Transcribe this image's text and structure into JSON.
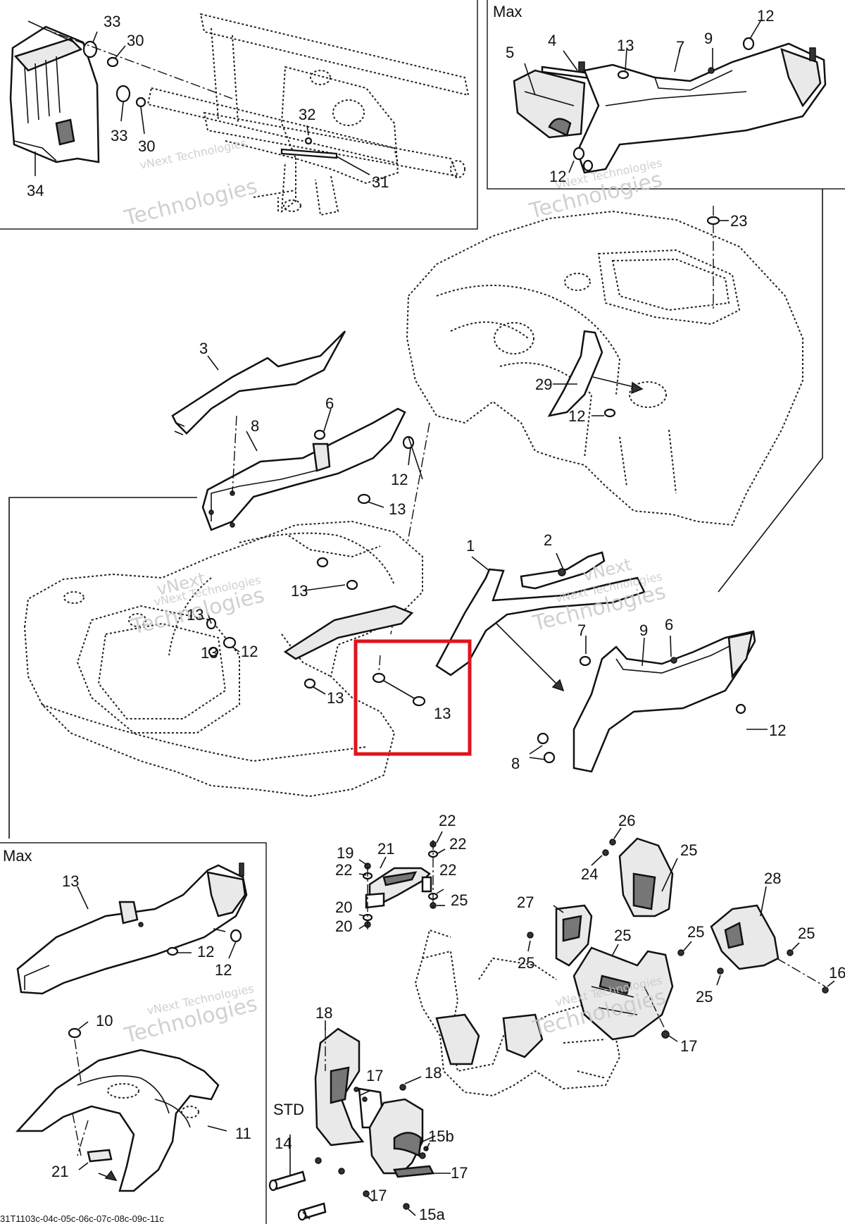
{
  "panels": {
    "top_right_label": "Max",
    "bottom_left_label": "Max",
    "std_label": "STD"
  },
  "figure_code": "31T1103c-04c-05c-06c-07c-08c-09c-11c",
  "watermark": {
    "line1": "vNext Technologies",
    "line2": "Technologies",
    "line3": "vNext"
  },
  "highlight_color": "#e0141e",
  "callouts": [
    {
      "id": "c33a",
      "text": "33"
    },
    {
      "id": "c30a",
      "text": "30"
    },
    {
      "id": "c33b",
      "text": "33"
    },
    {
      "id": "c30b",
      "text": "30"
    },
    {
      "id": "c32",
      "text": "32"
    },
    {
      "id": "c31",
      "text": "31"
    },
    {
      "id": "c34",
      "text": "34"
    },
    {
      "id": "c5",
      "text": "5"
    },
    {
      "id": "c4",
      "text": "4"
    },
    {
      "id": "c13a",
      "text": "13"
    },
    {
      "id": "c7a",
      "text": "7"
    },
    {
      "id": "c9a",
      "text": "9"
    },
    {
      "id": "c12a",
      "text": "12"
    },
    {
      "id": "c12b",
      "text": "12"
    },
    {
      "id": "c23",
      "text": "23"
    },
    {
      "id": "c29",
      "text": "29"
    },
    {
      "id": "c12c",
      "text": "12"
    },
    {
      "id": "c3",
      "text": "3"
    },
    {
      "id": "c6a",
      "text": "6"
    },
    {
      "id": "c8a",
      "text": "8"
    },
    {
      "id": "c12d",
      "text": "12"
    },
    {
      "id": "c13b",
      "text": "13"
    },
    {
      "id": "c1",
      "text": "1"
    },
    {
      "id": "c2",
      "text": "2"
    },
    {
      "id": "c13c",
      "text": "13"
    },
    {
      "id": "c13d",
      "text": "13"
    },
    {
      "id": "c12e",
      "text": "12"
    },
    {
      "id": "c13e",
      "text": "13"
    },
    {
      "id": "c13f",
      "text": "13"
    },
    {
      "id": "c13g",
      "text": "13"
    },
    {
      "id": "c7b",
      "text": "7"
    },
    {
      "id": "c9b",
      "text": "9"
    },
    {
      "id": "c6b",
      "text": "6"
    },
    {
      "id": "c12f",
      "text": "12"
    },
    {
      "id": "c8b",
      "text": "8"
    },
    {
      "id": "c13h",
      "text": "13"
    },
    {
      "id": "c12g",
      "text": "12"
    },
    {
      "id": "c12h",
      "text": "12"
    },
    {
      "id": "c10",
      "text": "10"
    },
    {
      "id": "c11",
      "text": "11"
    },
    {
      "id": "c21a",
      "text": "21"
    },
    {
      "id": "c19",
      "text": "19"
    },
    {
      "id": "c21b",
      "text": "21"
    },
    {
      "id": "c22a",
      "text": "22"
    },
    {
      "id": "c22b",
      "text": "22"
    },
    {
      "id": "c22c",
      "text": "22"
    },
    {
      "id": "c22d",
      "text": "22"
    },
    {
      "id": "c20a",
      "text": "20"
    },
    {
      "id": "c20b",
      "text": "20"
    },
    {
      "id": "c25a",
      "text": "25"
    },
    {
      "id": "c26",
      "text": "26"
    },
    {
      "id": "c25b",
      "text": "25"
    },
    {
      "id": "c24",
      "text": "24"
    },
    {
      "id": "c28",
      "text": "28"
    },
    {
      "id": "c27",
      "text": "27"
    },
    {
      "id": "c25c",
      "text": "25"
    },
    {
      "id": "c25d",
      "text": "25"
    },
    {
      "id": "c25e",
      "text": "25"
    },
    {
      "id": "c25f",
      "text": "25"
    },
    {
      "id": "c25g",
      "text": "25"
    },
    {
      "id": "c16",
      "text": "16"
    },
    {
      "id": "c17a",
      "text": "17"
    },
    {
      "id": "c18a",
      "text": "18"
    },
    {
      "id": "c17b",
      "text": "17"
    },
    {
      "id": "c18b",
      "text": "18"
    },
    {
      "id": "c15b",
      "text": "15b"
    },
    {
      "id": "c14",
      "text": "14"
    },
    {
      "id": "c17c",
      "text": "17"
    },
    {
      "id": "c17d",
      "text": "17"
    },
    {
      "id": "c15a",
      "text": "15a"
    }
  ]
}
